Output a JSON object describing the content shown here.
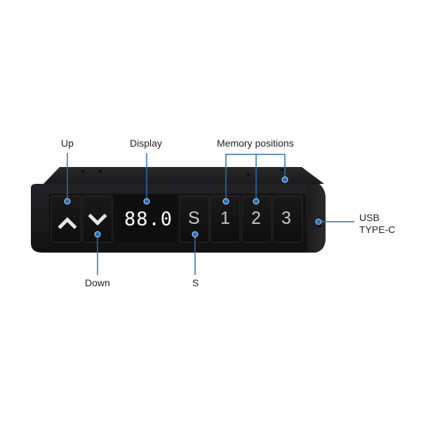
{
  "callouts": {
    "up": "Up",
    "display": "Display",
    "memory": "Memory positions",
    "down": "Down",
    "s": "S",
    "usb_line1": "USB",
    "usb_line2": "TYPE-C"
  },
  "device": {
    "display_value": "88.0",
    "buttons": {
      "s": "S",
      "m1": "1",
      "m2": "2",
      "m3": "3"
    },
    "icons": {
      "up": "chevron-up-icon",
      "down": "chevron-down-icon"
    }
  },
  "colors": {
    "callout_line": "#2f6db3",
    "callout_dot": "#1e6fc9",
    "body": "#1c1c1e",
    "button": "#151515",
    "display_digits": "#ffffff"
  }
}
